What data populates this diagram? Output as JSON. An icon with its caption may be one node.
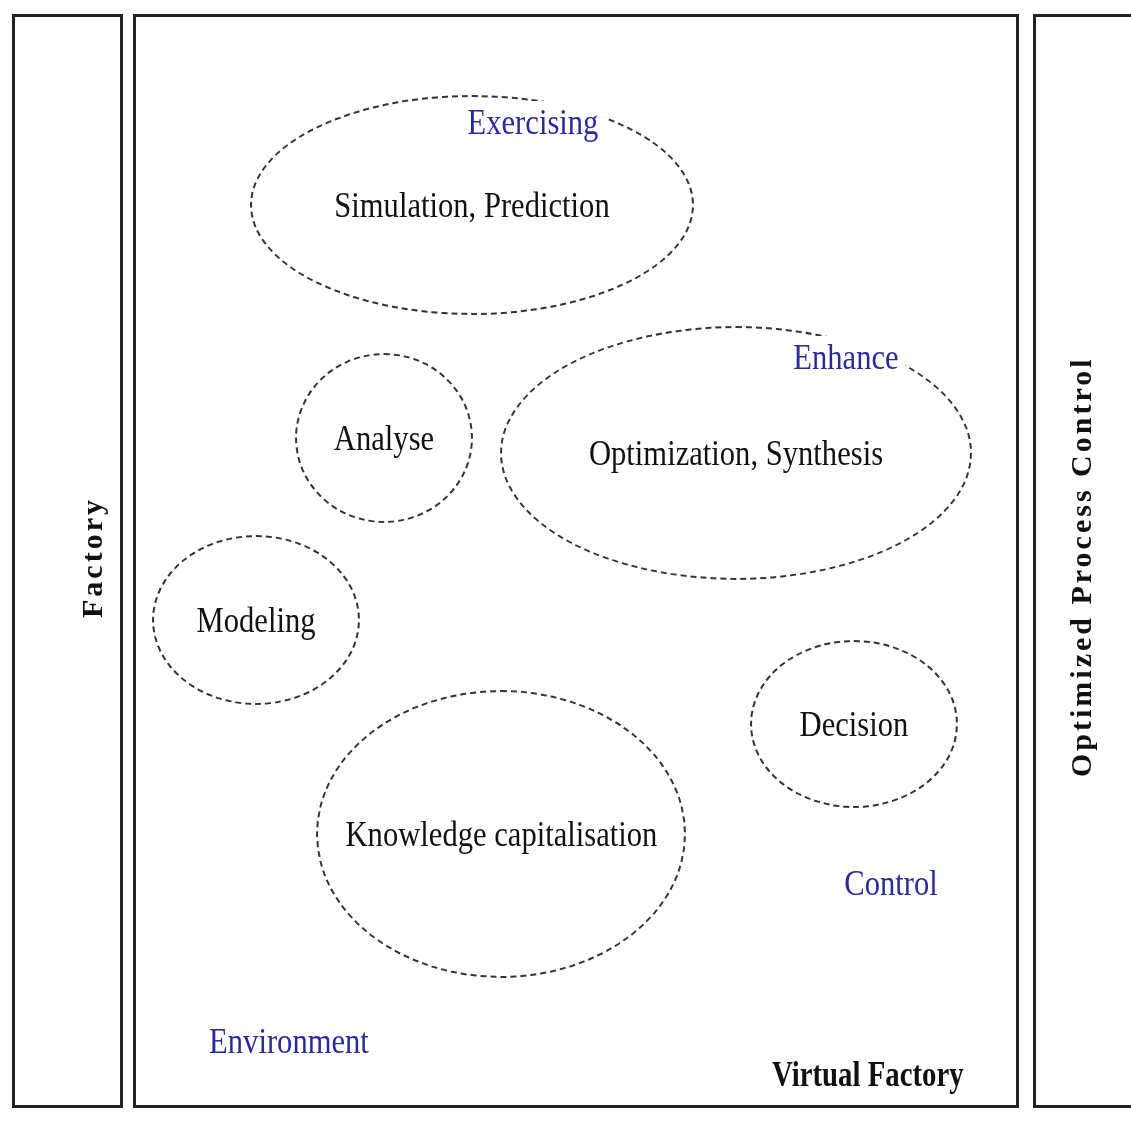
{
  "diagram": {
    "nodes": [
      {
        "text": [
          "Factory"
        ]
      },
      {
        "text": [
          "Virtual Factory"
        ]
      },
      {
        "text": [
          "Exercising",
          "Simulation, Prediction"
        ],
        "in": 1
      },
      {
        "text": [
          "Analyse"
        ],
        "in": 1
      },
      {
        "text": [
          "Enhance",
          "Optimization, Synthesis"
        ],
        "in": 1
      },
      {
        "text": [
          "Modeling"
        ],
        "in": 1
      },
      {
        "text": [
          "Decision"
        ],
        "in": 1
      },
      {
        "text": [
          "Knowledge capitalisation"
        ],
        "in": 1
      },
      {
        "text": [
          "Optimized Process Control"
        ]
      }
    ],
    "labels": [
      "Control",
      "Environment"
    ]
  }
}
